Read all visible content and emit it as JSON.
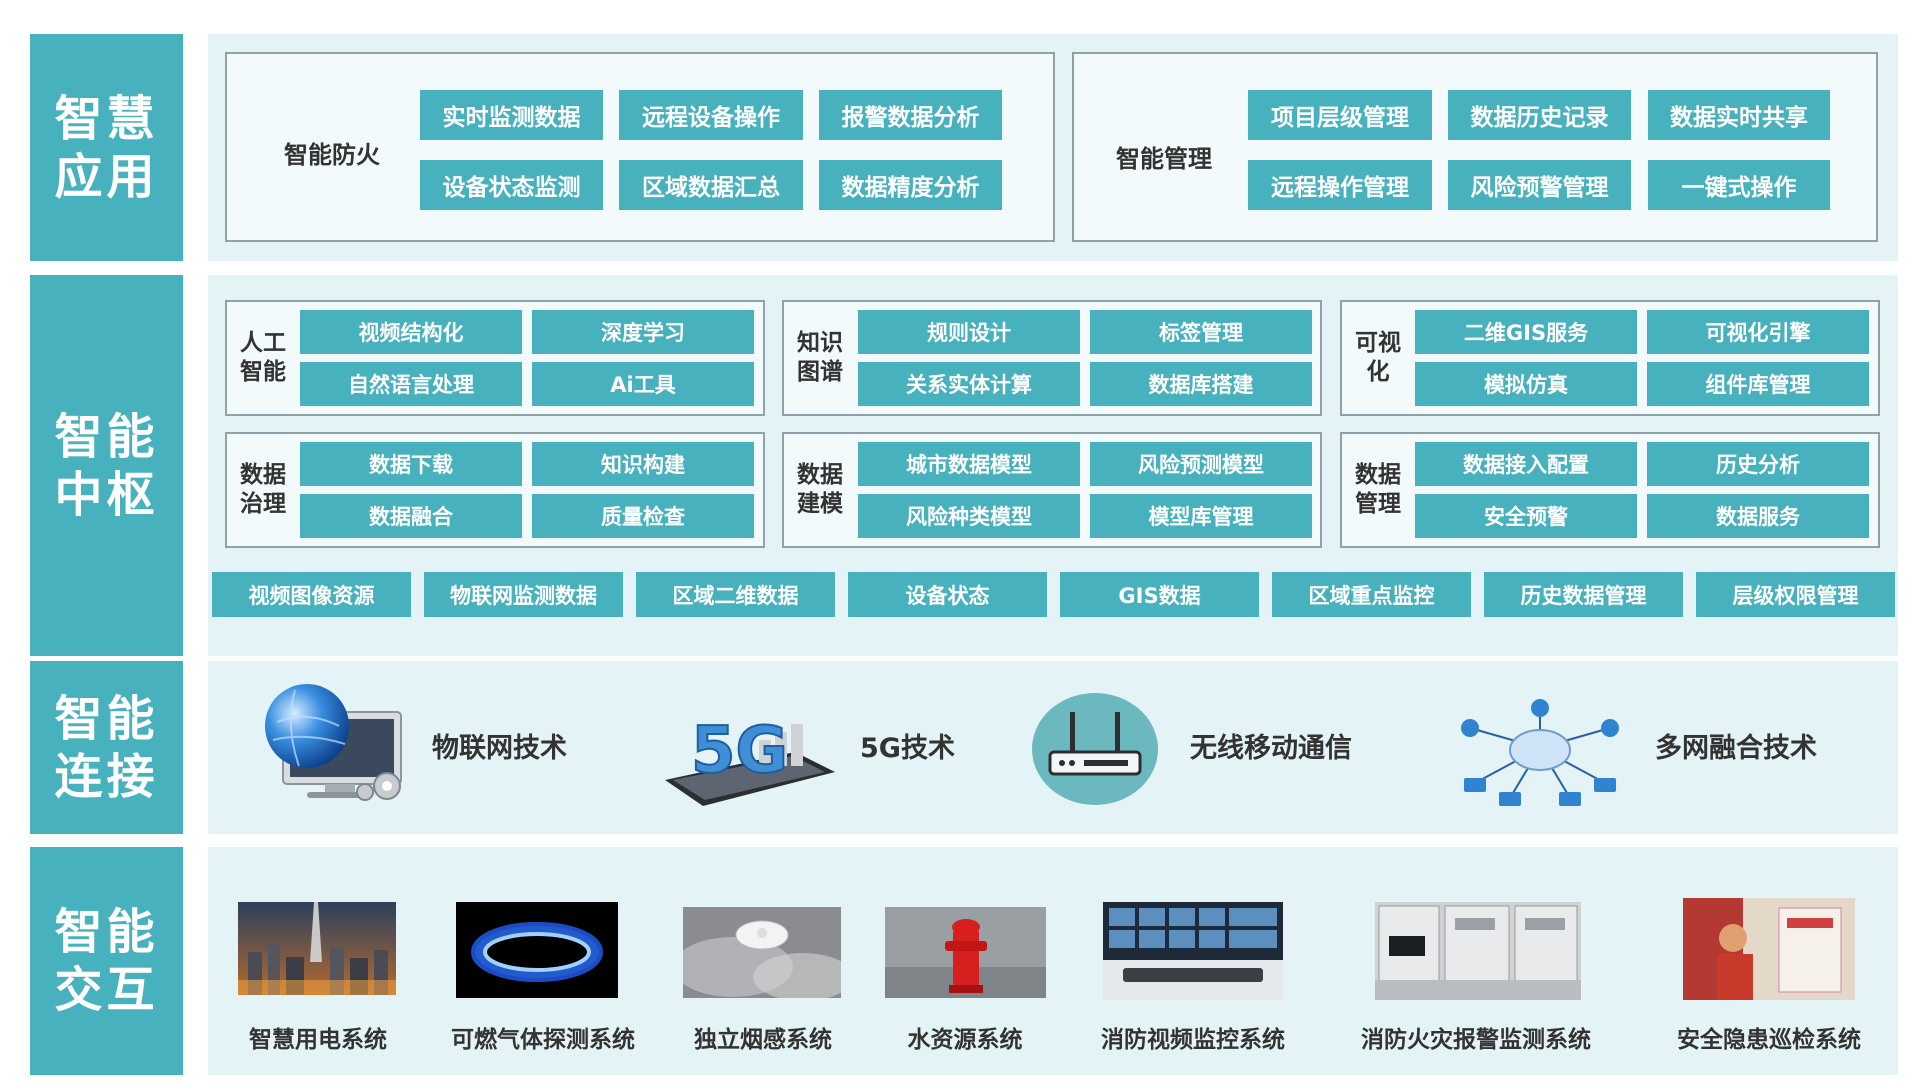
{
  "layers": {
    "app": "智慧\n应用",
    "hub": "智能\n中枢",
    "connect": "智能\n连接",
    "interact": "智能\n交互"
  },
  "app_layer": {
    "fire": {
      "title": "智能防火",
      "items": [
        "实时监测数据",
        "远程设备操作",
        "报警数据分析",
        "设备状态监测",
        "区域数据汇总",
        "数据精度分析"
      ]
    },
    "mgmt": {
      "title": "智能管理",
      "items": [
        "项目层级管理",
        "数据历史记录",
        "数据实时共享",
        "远程操作管理",
        "风险预警管理",
        "一键式操作"
      ]
    }
  },
  "hub_layer": {
    "ai": {
      "title": "人工\n智能",
      "items": [
        "视频结构化",
        "深度学习",
        "自然语言处理",
        "Ai工具"
      ]
    },
    "kg": {
      "title": "知识\n图谱",
      "items": [
        "规则设计",
        "标签管理",
        "关系实体计算",
        "数据库搭建"
      ]
    },
    "vis": {
      "title": "可视\n化",
      "items": [
        "二维GIS服务",
        "可视化引擎",
        "模拟仿真",
        "组件库管理"
      ]
    },
    "gov": {
      "title": "数据\n治理",
      "items": [
        "数据下载",
        "知识构建",
        "数据融合",
        "质量检查"
      ]
    },
    "model": {
      "title": "数据\n建模",
      "items": [
        "城市数据模型",
        "风险预测模型",
        "风险种类模型",
        "模型库管理"
      ]
    },
    "dm": {
      "title": "数据\n管理",
      "items": [
        "数据接入配置",
        "历史分析",
        "安全预警",
        "数据服务"
      ]
    },
    "resources": [
      "视频图像资源",
      "物联网监测数据",
      "区域二维数据",
      "设备状态",
      "GIS数据",
      "区域重点监控",
      "历史数据管理",
      "层级权限管理"
    ]
  },
  "connect_layer": {
    "items": [
      "物联网技术",
      "5G技术",
      "无线移动通信",
      "多网融合技术"
    ],
    "icons": [
      "globe-monitor-icon",
      "5g-phone-icon",
      "wireless-router-icon",
      "network-cloud-icon"
    ]
  },
  "interact_layer": {
    "items": [
      "智慧用电系统",
      "可燃气体探测系统",
      "独立烟感系统",
      "水资源系统",
      "消防视频监控系统",
      "消防火灾报警监测系统",
      "安全隐患巡检系统"
    ]
  },
  "colors": {
    "accent": "#47b1bd",
    "band": "#e3f3f6",
    "border": "#8fa2a7",
    "text": "#333333"
  }
}
